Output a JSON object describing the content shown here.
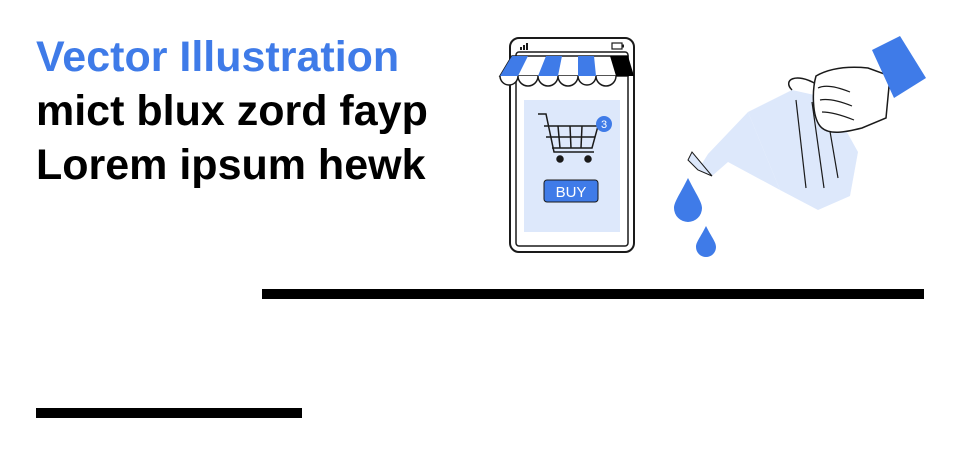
{
  "headline": {
    "accent": "Vector Illustration",
    "main": "mict blux zord fayp Lorem ipsum hewk"
  },
  "illustration": {
    "cart_badge": "3",
    "buy_label": "BUY",
    "colors": {
      "accent": "#3f7be8",
      "light_blue": "#dde8fb",
      "outline": "#1a1a1a"
    },
    "icons": [
      "smartphone-icon",
      "shop-awning-icon",
      "shopping-cart-icon",
      "watering-can-icon",
      "hand-icon",
      "water-drop-icon"
    ]
  }
}
